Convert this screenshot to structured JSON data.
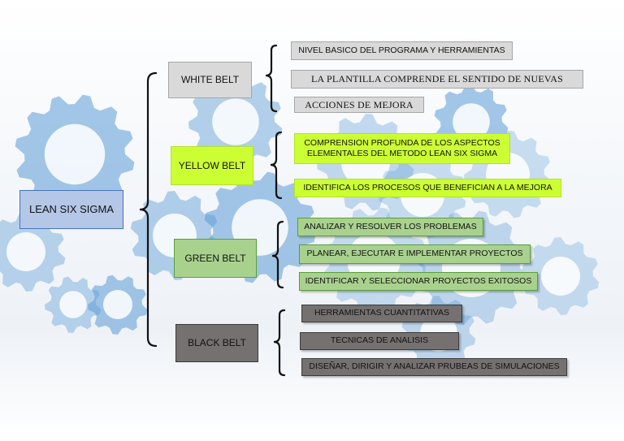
{
  "root": {
    "label": "LEAN SIX SIGMA"
  },
  "belts": [
    {
      "label": "WHITE BELT",
      "items": [
        "NIVEL BASICO DEL PROGRAMA Y HERRAMIENTAS",
        "LA PLANTILLA COMPRENDE EL SENTIDO DE NUEVAS",
        "ACCIONES DE MEJORA"
      ]
    },
    {
      "label": "YELLOW BELT",
      "items": [
        "COMPRENSION PROFUNDA DE LOS ASPECTOS ELEMENTALES DEL METODO LEAN SIX SIGMA",
        "IDENTIFICA LOS PROCESOS QUE BENEFICIAN A LA MEJORA"
      ]
    },
    {
      "label": "GREEN BELT",
      "items": [
        "ANALIZAR Y RESOLVER LOS PROBLEMAS",
        "PLANEAR, EJECUTAR E IMPLEMENTAR PROYECTOS",
        "IDENTIFICAR Y SELECCIONAR PROYECTOS EXITOSOS"
      ]
    },
    {
      "label": "BLACK BELT",
      "items": [
        "HERRAMIENTAS CUANTITATIVAS",
        "TECNICAS DE ANALISIS",
        "DISEÑAR, DIRIGIR Y ANALIZAR PRUBEAS DE SIMULACIONES"
      ]
    }
  ],
  "colors": {
    "white": "#d9d9d9",
    "yellow": "#ccff33",
    "green": "#a9d18e",
    "black": "#767171",
    "root": "#b4c7e7",
    "gear": "#5b9bd5"
  }
}
